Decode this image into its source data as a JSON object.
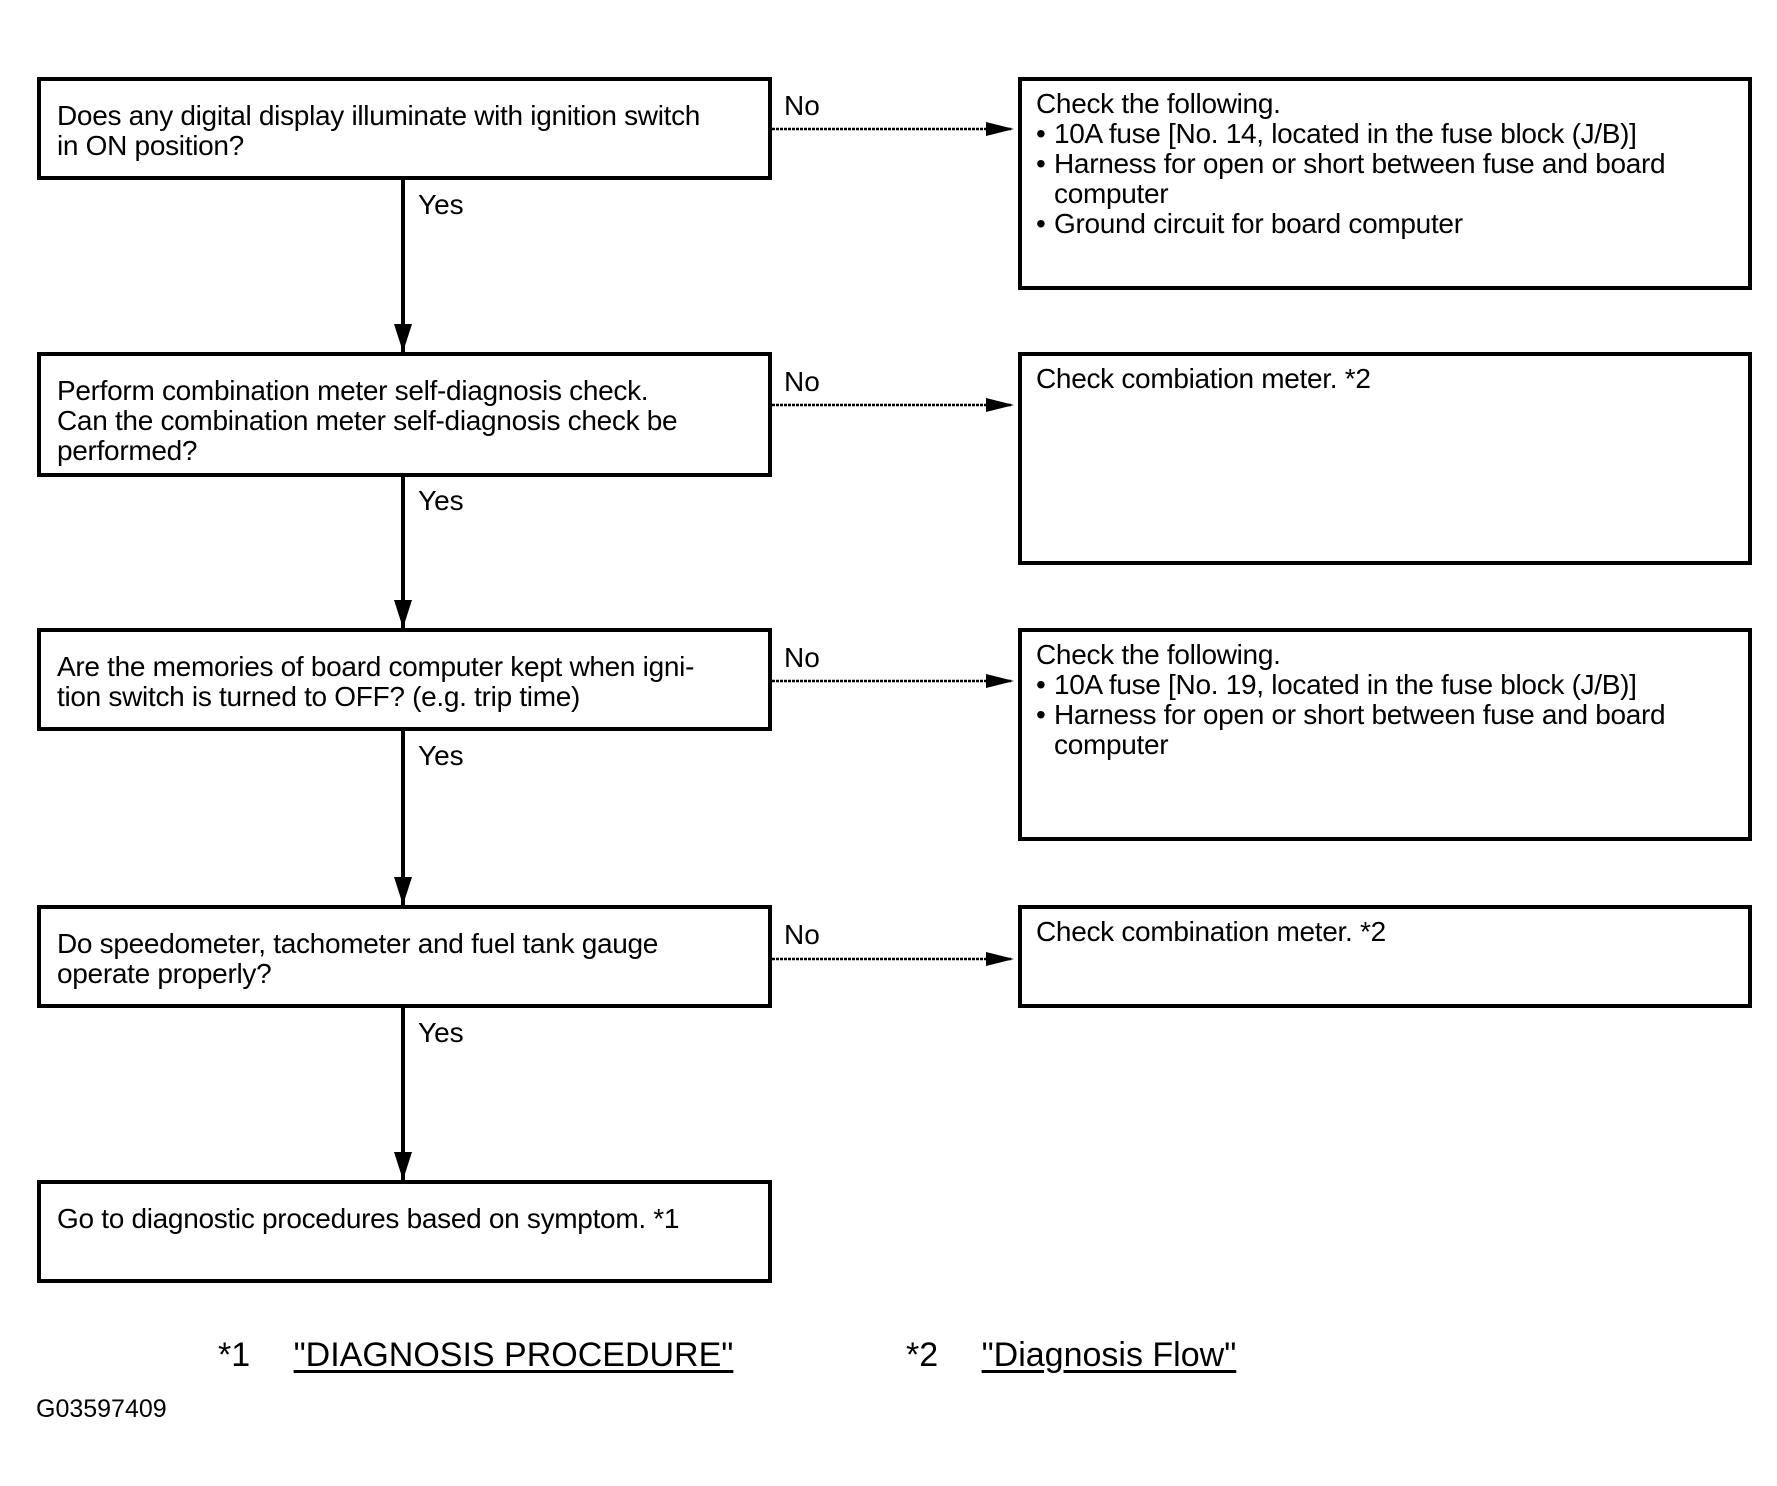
{
  "steps": [
    {
      "question": [
        "Does any digital display illuminate with ignition switch",
        "in ON position?"
      ],
      "no_label": "No",
      "yes_label": "Yes",
      "result": {
        "heading": "Check the following.",
        "items": [
          "10A fuse [No. 14, located in the fuse block (J/B)]",
          "Harness for open or short between fuse and board computer",
          "Ground circuit for board computer"
        ]
      }
    },
    {
      "question": [
        "Perform combination meter self-diagnosis check.",
        "Can the combination meter self-diagnosis check be",
        "performed?"
      ],
      "no_label": "No",
      "yes_label": "Yes",
      "result": {
        "heading": "Check combiation meter. *2",
        "items": []
      }
    },
    {
      "question": [
        "Are the memories of board computer kept when igni-",
        "tion switch is turned to OFF? (e.g. trip time)"
      ],
      "no_label": "No",
      "yes_label": "Yes",
      "result": {
        "heading": "Check the following.",
        "items": [
          "10A fuse [No. 19, located in the fuse block (J/B)]",
          "Harness  for open or short between fuse and board computer"
        ]
      }
    },
    {
      "question": [
        "Do speedometer, tachometer and fuel tank gauge",
        "operate properly?"
      ],
      "no_label": "No",
      "yes_label": "Yes",
      "result": {
        "heading": "Check combination meter. *2",
        "items": []
      }
    }
  ],
  "final_step": "Go to diagnostic procedures based on symptom. *1",
  "footnotes": [
    {
      "marker": "*1",
      "text": "\"DIAGNOSIS PROCEDURE\""
    },
    {
      "marker": "*2",
      "text": "\"Diagnosis Flow\""
    }
  ],
  "figure_id": "G03597409"
}
